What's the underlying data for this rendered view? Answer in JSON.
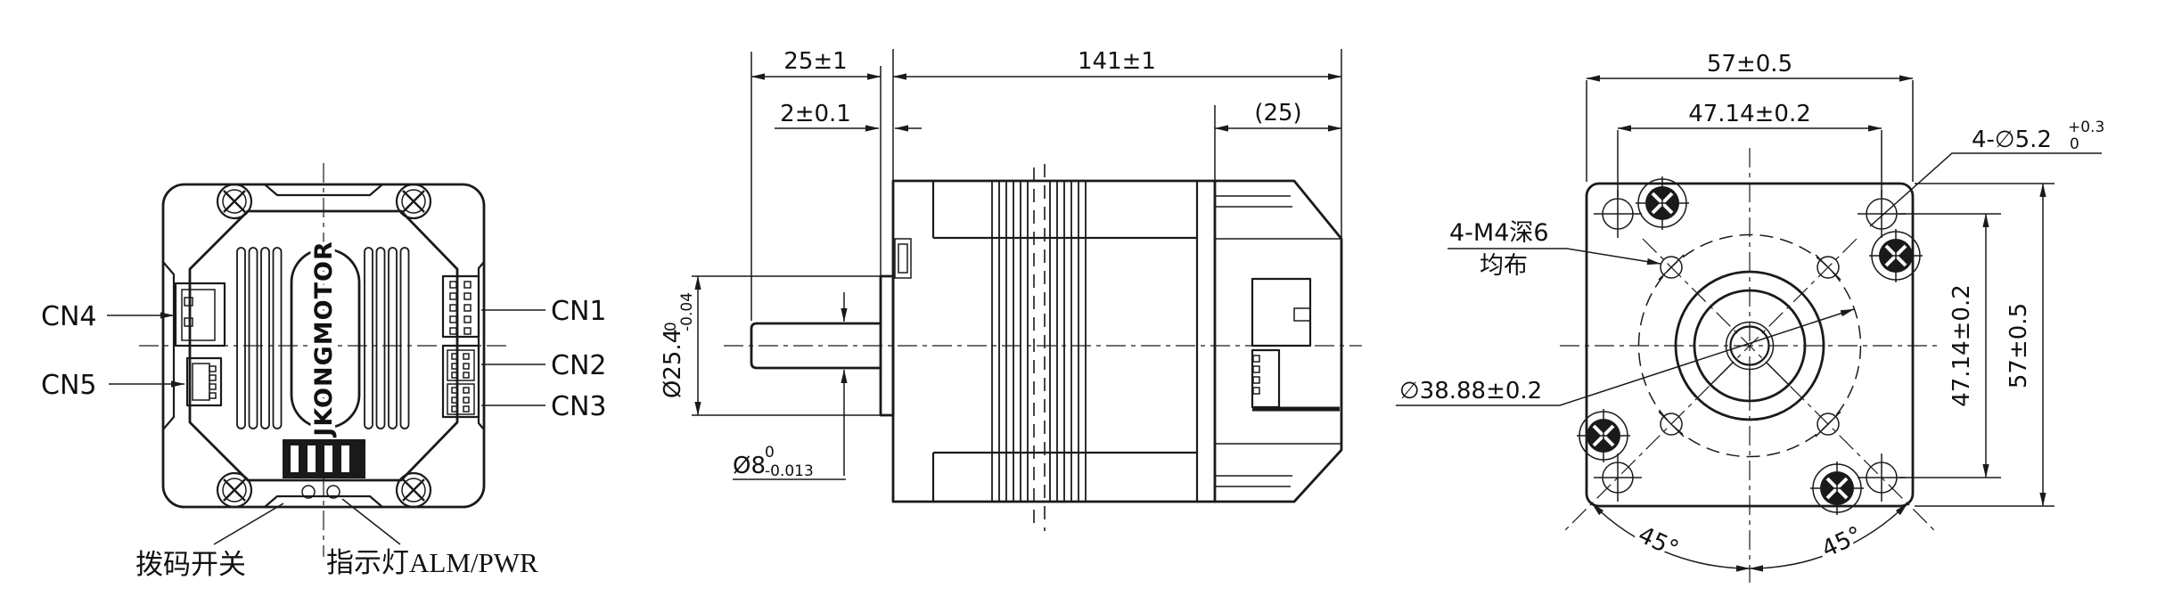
{
  "front": {
    "brand": "JKONGMOTOR",
    "cn1": "CN1",
    "cn2": "CN2",
    "cn3": "CN3",
    "cn4": "CN4",
    "cn5": "CN5",
    "dip_switch_label": "拨码开关",
    "indicator_label": "指示灯ALM/PWR"
  },
  "side": {
    "shaft_length": "25±1",
    "body_length": "141±1",
    "boss_thickness": "2±0.1",
    "rear_section_length": "(25)",
    "boss_dia": "Ø25.4",
    "boss_dia_upper": "0",
    "boss_dia_lower": "-0.04",
    "shaft_dia": "Ø8",
    "shaft_dia_upper": "0",
    "shaft_dia_lower": "-0.013"
  },
  "rear": {
    "width_top": "57±0.5",
    "hole_pitch_top": "47.14±0.2",
    "corner_holes": "4-∅5.2",
    "corner_holes_upper": "+0.3",
    "corner_holes_lower": "0",
    "m4_line1": "4-M4深6",
    "m4_line2": "均布",
    "bolt_circle": "∅38.88±0.2",
    "hole_pitch_right": "47.14±0.2",
    "height_right": "57±0.5",
    "angle_left": "45°",
    "angle_right": "45°"
  }
}
